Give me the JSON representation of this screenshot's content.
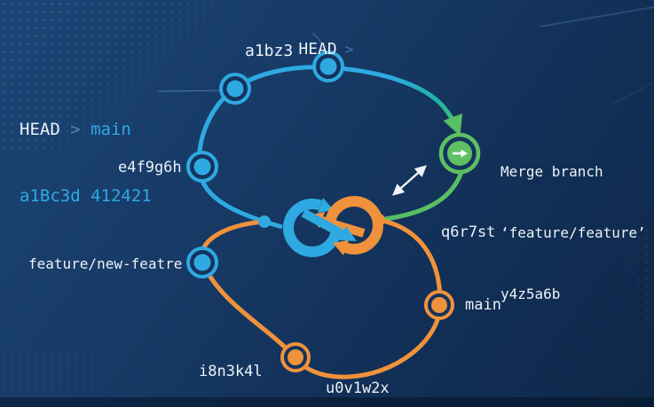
{
  "title": "Git branch merge diagram",
  "colors": {
    "background": "#14355f",
    "branch_blue": "#2fa9e1",
    "branch_orange": "#f0923b",
    "merge_green": "#5fc063",
    "text_white": "#edf2f7",
    "text_cyan": "#2fa9e1"
  },
  "labels": {
    "head_top": {
      "head": "HEAD",
      "pointer": ">"
    },
    "head_top_commit": "a1bz3",
    "head_main": {
      "head": "HEAD",
      "sep": " > ",
      "branch": "main"
    },
    "head_main_commit": "a1Bc3d 412421",
    "commit_upper_left": "e4f9g6h",
    "branch_feature": "feature/new-featre",
    "commit_bottom_left": "i8n3k4l",
    "commit_bottom": "u0v1w2x",
    "branch_main": "main",
    "commit_right": "q6r7st",
    "merge": {
      "line1": "Merge branch",
      "line2": "‘feature/feature’",
      "line3": "y4z5a6b"
    }
  },
  "nodes": [
    {
      "id": "head-main-node",
      "color": "blue",
      "label": "HEAD > main / a1Bc3d 412421"
    },
    {
      "id": "head-node",
      "color": "blue",
      "label": "a1bz3"
    },
    {
      "id": "e4f9g6h-node",
      "color": "blue",
      "label": "e4f9g6h"
    },
    {
      "id": "merge-commit-node",
      "color": "green",
      "label": "y4z5a6b",
      "icon": "arrow-right"
    },
    {
      "id": "feature-branch-node",
      "color": "blue",
      "label": "feature/new-featre"
    },
    {
      "id": "i8n3k4l-node",
      "color": "orange",
      "label": "i8n3k4l"
    },
    {
      "id": "main-node",
      "color": "orange",
      "label": "main"
    }
  ],
  "icons": {
    "merge_node_arrow": "arrow-right",
    "between_logo_and_merge": "double-headed-diagonal-arrow",
    "center": "interlocked-loop-arrows-logo"
  }
}
